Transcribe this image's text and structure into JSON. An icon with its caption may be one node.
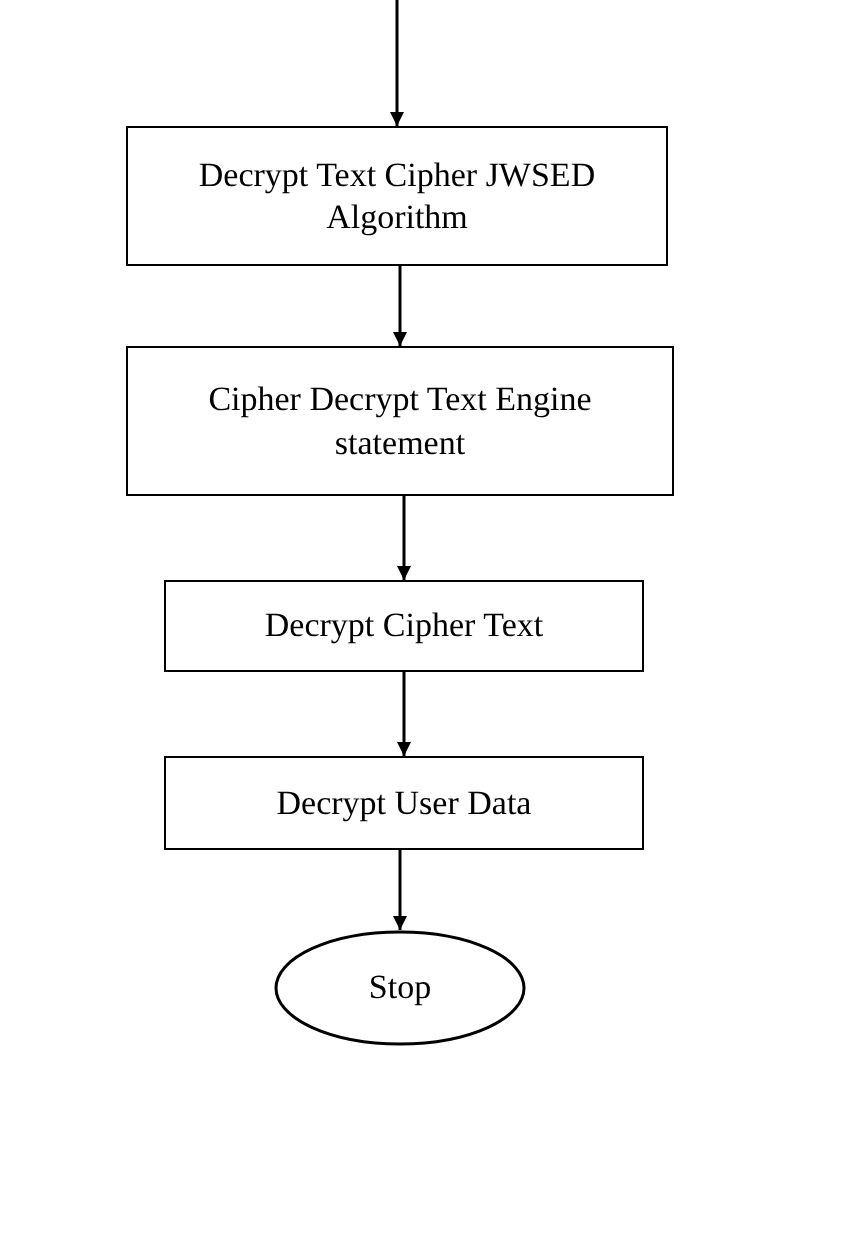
{
  "diagram": {
    "nodes": [
      {
        "text": [
          "Decrypt Text Cipher JWSED Algorithm"
        ]
      },
      {
        "text": [
          "Cipher Decrypt Text Engine statement"
        ]
      },
      {
        "text": [
          "Decrypt Cipher Text"
        ]
      },
      {
        "text": [
          "Decrypt User Data"
        ]
      },
      {
        "text": [
          "Stop"
        ]
      }
    ],
    "edges": [
      {
        "from": null,
        "to": 0,
        "arrow": "to"
      },
      {
        "from": 0,
        "to": 1,
        "arrow": "to"
      },
      {
        "from": 1,
        "to": 2,
        "arrow": "to"
      },
      {
        "from": 2,
        "to": 3,
        "arrow": "to"
      },
      {
        "from": 3,
        "to": 4,
        "arrow": "to"
      }
    ]
  }
}
